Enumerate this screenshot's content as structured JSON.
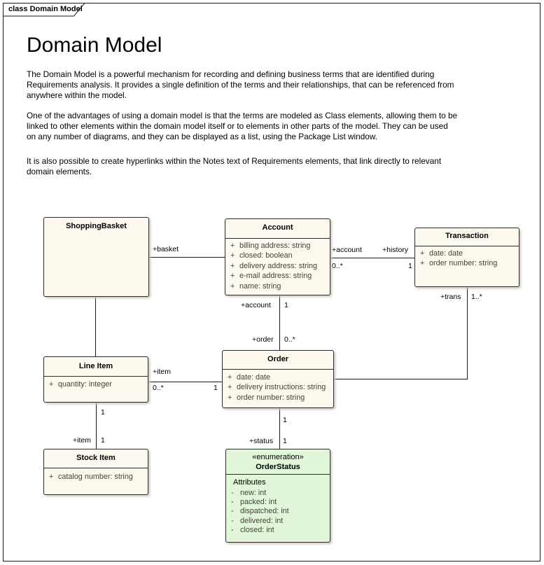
{
  "colors": {
    "class_fill": "#fdf9ef",
    "class_border": "#2b2b2b",
    "enum_fill": "#e2f6d9",
    "attr_text": "#45423a",
    "line_color": "#1a1a1a"
  },
  "frame": {
    "tab_label": "class Domain Model"
  },
  "header": {
    "title": "Domain Model",
    "paragraphs": [
      {
        "lines": [
          "The Domain Model is a powerful mechanism for recording and defining business terms that are identified during",
          "Requirements analysis.  It provides a single definition of the terms and their relationships, that can be referenced from",
          "anywhere within the model."
        ]
      },
      {
        "lines": [
          "One of the advantages of using a domain model is that the terms are modeled as Class elements, allowing them to be",
          "linked to other elements within the domain model itself or to elements in other parts of the model.  They can be used",
          "on any number of diagrams, and they can be displayed as a list, using the Package List window."
        ]
      },
      {
        "lines": [
          "It is also possible to create hyperlinks within the Notes text of Requirements elements, that link directly to relevant",
          "domain elements."
        ]
      }
    ]
  },
  "classes": {
    "shopping_basket": {
      "name": "ShoppingBasket"
    },
    "account": {
      "name": "Account",
      "attributes": [
        {
          "vis": "+",
          "text": "billing address: string"
        },
        {
          "vis": "+",
          "text": "closed: boolean"
        },
        {
          "vis": "+",
          "text": "delivery address: string"
        },
        {
          "vis": "+",
          "text": "e-mail address: string"
        },
        {
          "vis": "+",
          "text": "name: string"
        }
      ]
    },
    "transaction": {
      "name": "Transaction",
      "attributes": [
        {
          "vis": "+",
          "text": "date: date"
        },
        {
          "vis": "+",
          "text": "order number: string"
        }
      ]
    },
    "line_item": {
      "name": "Line Item",
      "attributes": [
        {
          "vis": "+",
          "text": "quantity: integer"
        }
      ]
    },
    "order": {
      "name": "Order",
      "attributes": [
        {
          "vis": "+",
          "text": "date: date"
        },
        {
          "vis": "+",
          "text": "delivery instructions: string"
        },
        {
          "vis": "+",
          "text": "order number: string"
        }
      ]
    },
    "stock_item": {
      "name": "Stock Item",
      "attributes": [
        {
          "vis": "+",
          "text": "catalog number: string"
        }
      ]
    },
    "order_status": {
      "stereotype": "«enumeration»",
      "name": "OrderStatus",
      "section_label": "Attributes",
      "attributes": [
        {
          "vis": "-",
          "text": "new: int"
        },
        {
          "vis": "-",
          "text": "packed: int"
        },
        {
          "vis": "-",
          "text": "dispatched: int"
        },
        {
          "vis": "-",
          "text": "delivered: int"
        },
        {
          "vis": "-",
          "text": "closed: int"
        }
      ]
    }
  },
  "connectors": {
    "basket_account": {
      "role": "+basket"
    },
    "account_transaction": {
      "left_role": "+account",
      "left_mult": "0..*",
      "right_role": "+history",
      "right_mult": "1"
    },
    "account_order": {
      "top_role": "+account",
      "top_mult": "1",
      "bottom_role": "+order",
      "bottom_mult": "0..*"
    },
    "lineitem_order": {
      "role": "+item",
      "left_mult": "0..*",
      "right_mult": "1"
    },
    "lineitem_stockitem": {
      "top_mult": "1",
      "bottom_role": "+item",
      "bottom_mult": "1"
    },
    "order_orderstatus": {
      "top_mult": "1",
      "bottom_role": "+status",
      "bottom_mult": "1"
    },
    "order_transaction": {
      "role": "+trans",
      "mult": "1..*"
    }
  }
}
